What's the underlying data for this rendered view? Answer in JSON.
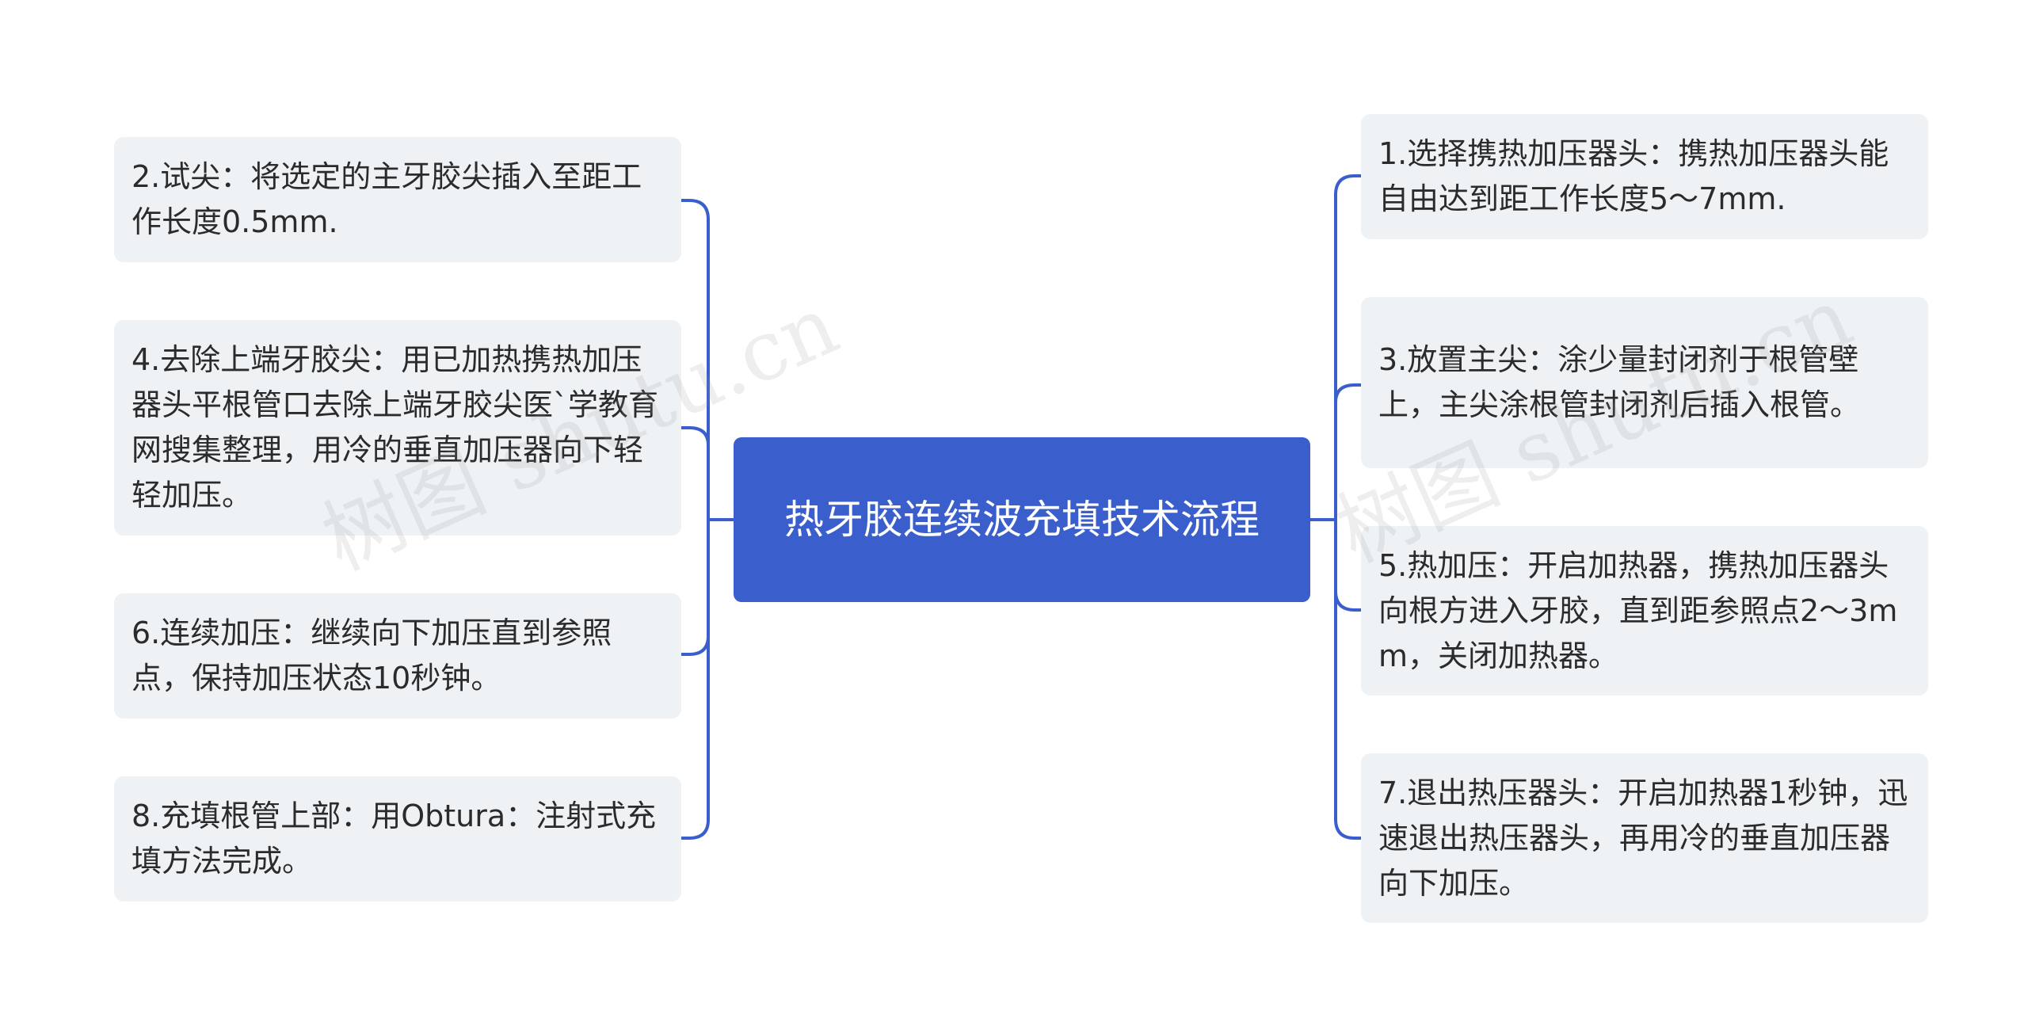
{
  "root": {
    "title": "热牙胶连续波充填技术流程"
  },
  "left_branches": [
    {
      "text": "2.试尖：将选定的主牙胶尖插入至距工作长度0.5mm."
    },
    {
      "text": "4.去除上端牙胶尖：用已加热携热加压器头平根管口去除上端牙胶尖医`学教育网搜集整理，用冷的垂直加压器向下轻轻加压。"
    },
    {
      "text": "6.连续加压：继续向下加压直到参照点，保持加压状态10秒钟。"
    },
    {
      "text": "8.充填根管上部：用Obtura：注射式充填方法完成。"
    }
  ],
  "right_branches": [
    {
      "text": "1.选择携热加压器头：携热加压器头能自由达到距工作长度5～7mm."
    },
    {
      "text": "3.放置主尖：涂少量封闭剂于根管壁上，主尖涂根管封闭剂后插入根管。"
    },
    {
      "text": "5.热加压：开启加热器，携热加压器头向根方进入牙胶，直到距参照点2～3mm，关闭加热器。"
    },
    {
      "text": "7.退出热压器头：开启加热器1秒钟，迅速退出热压器头，再用冷的垂直加压器向下加压。"
    }
  ],
  "watermarks": [
    {
      "text": "树图 shutu.cn"
    },
    {
      "text": "树图 shutu.cn"
    }
  ],
  "colors": {
    "root_fill": "#3a5fcd",
    "node_fill": "#eff2f5",
    "connector": "#3a5fcd",
    "text": "#2b2b2b"
  }
}
